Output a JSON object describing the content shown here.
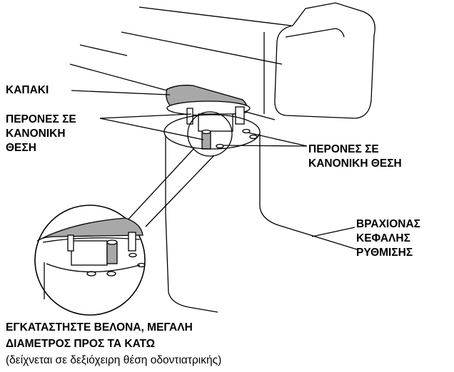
{
  "labels": {
    "lid": "ΚΑΠΑΚΙ",
    "pins_left": [
      "ΠΕΡΟΝΕΣ ΣΕ",
      "ΚΑΝΟΝΙΚΗ",
      "ΘΕΣΗ"
    ],
    "pins_right": [
      "ΠΕΡΟΝΕΣ ΣΕ",
      "ΚΑΝΟΝΙΚΗ ΘΕΣΗ"
    ],
    "arm": [
      "ΒΡΑΧΙΟΝΑΣ",
      "ΚΕΦΑΛΗΣ",
      "ΡΥΘΜΙΣΗΣ"
    ]
  },
  "instruction": {
    "line1": "ΕΓΚΑΤΑΣΤΗΣΤΕ ΒΕΛΟΝΑ, ΜΕΓΑΛΗ",
    "line2": "ΔΙΑΜΕΤΡΟΣ ΠΡΟΣ ΤΑ ΚΑΤΩ",
    "note": "(δείχνεται σε δεξιόχειρη θέση οδοντιατρικής)"
  }
}
